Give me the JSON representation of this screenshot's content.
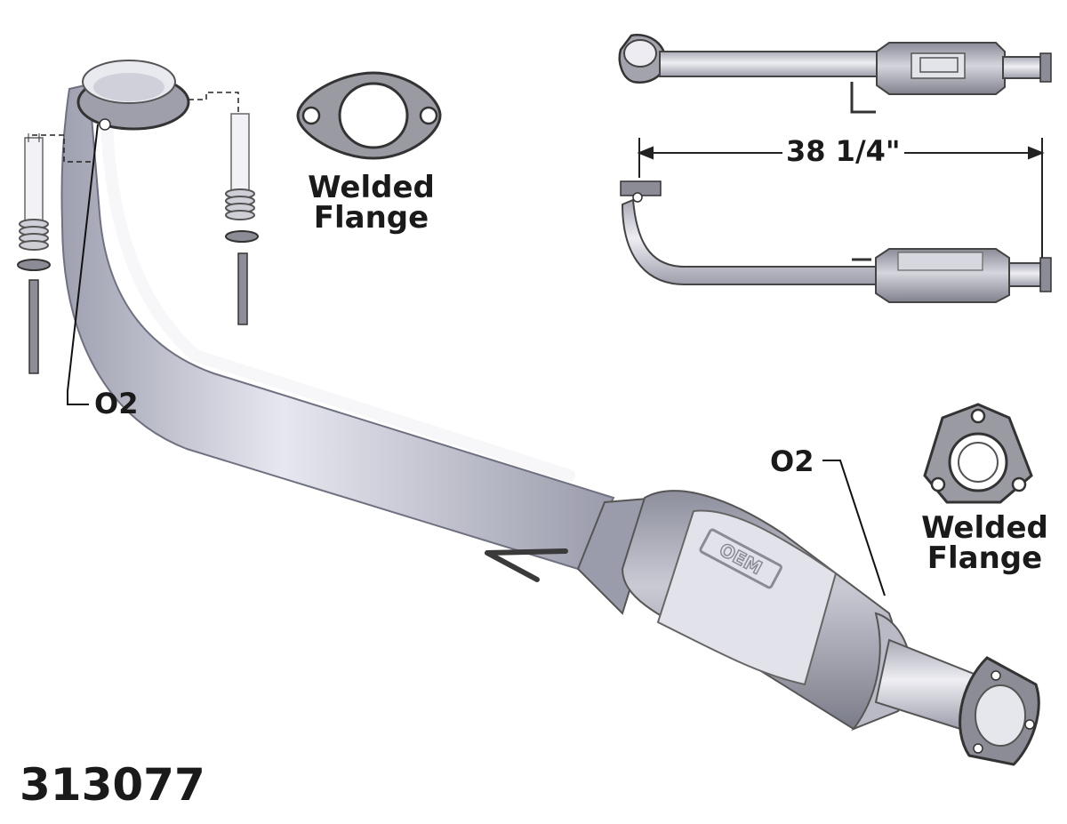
{
  "part_number": "313077",
  "dimension": "38 1/4\"",
  "labels": {
    "o2_left": "O2",
    "o2_right": "O2",
    "flange_left": {
      "line1": "Welded",
      "line2": "Flange"
    },
    "flange_right": {
      "line1": "Welded",
      "line2": "Flange"
    }
  },
  "logo_text": "OEM",
  "colors": {
    "pipe": "#c9cad6",
    "pipe_shadow": "#9a9bab",
    "converter": "#a8a9b6",
    "heat_shield": "#dfe0e6",
    "gasket": "#8c8c96",
    "outline": "#333333"
  }
}
